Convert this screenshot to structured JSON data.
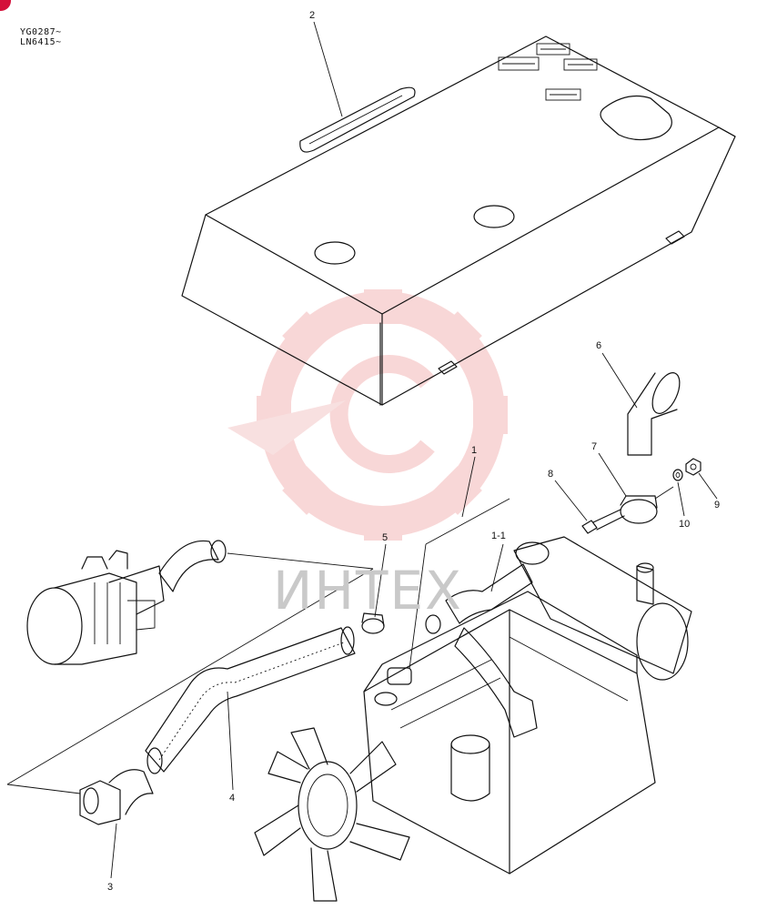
{
  "header": {
    "serial_line_1": "YG0287~",
    "serial_line_2": "LN6415~"
  },
  "watermark": {
    "text": "ИНТЕХ",
    "color": "#f4c4c4"
  },
  "callouts": {
    "c1": "1",
    "c1_1": "1-1",
    "c2": "2",
    "c3": "3",
    "c4": "4",
    "c5": "5",
    "c6": "6",
    "c7": "7",
    "c8": "8",
    "c9": "9",
    "c10": "10"
  },
  "colors": {
    "line": "#111111",
    "corner_badge": "#d4103a"
  }
}
